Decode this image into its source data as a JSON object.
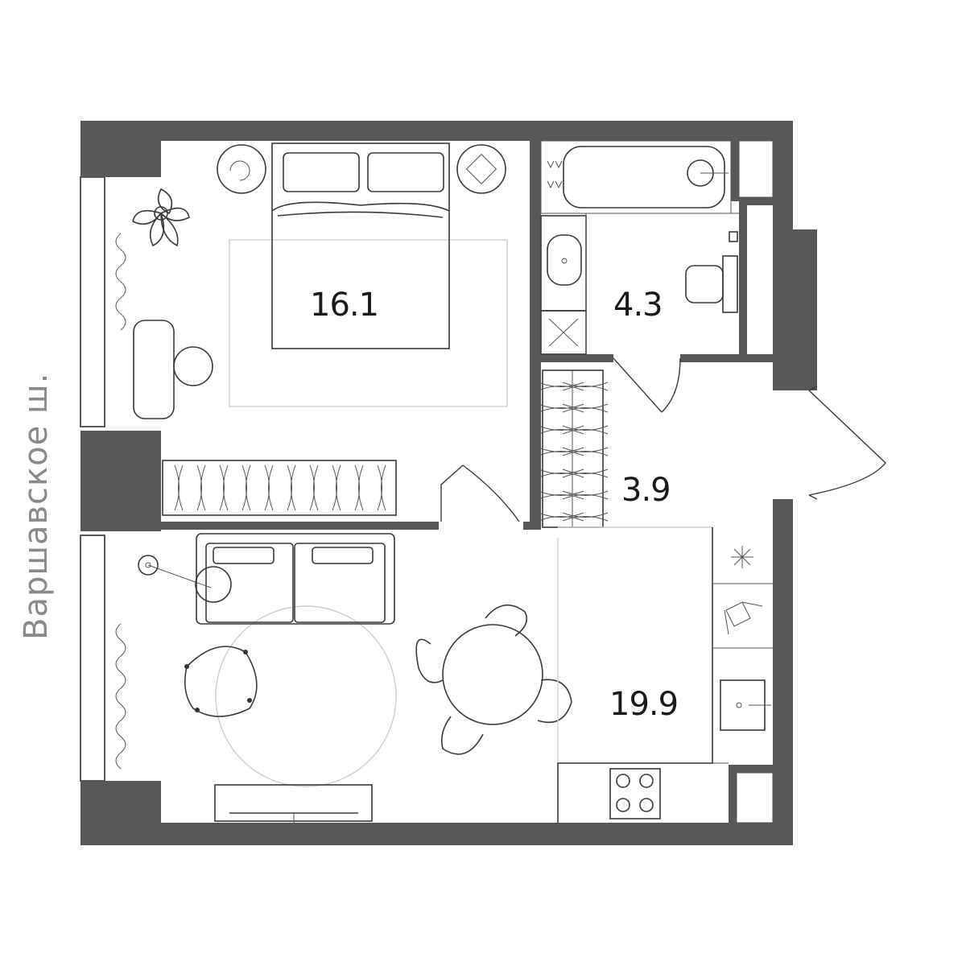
{
  "street": "Варшавское ш.",
  "rooms": {
    "bedroom": {
      "area": "16.1"
    },
    "bathroom": {
      "area": "4.3"
    },
    "hallway": {
      "area": "3.9"
    },
    "living_kitchen": {
      "area": "19.9"
    }
  },
  "colors": {
    "wall": "#58585a",
    "background": "#ffffff",
    "furniture_line": "#3a3a3a"
  }
}
